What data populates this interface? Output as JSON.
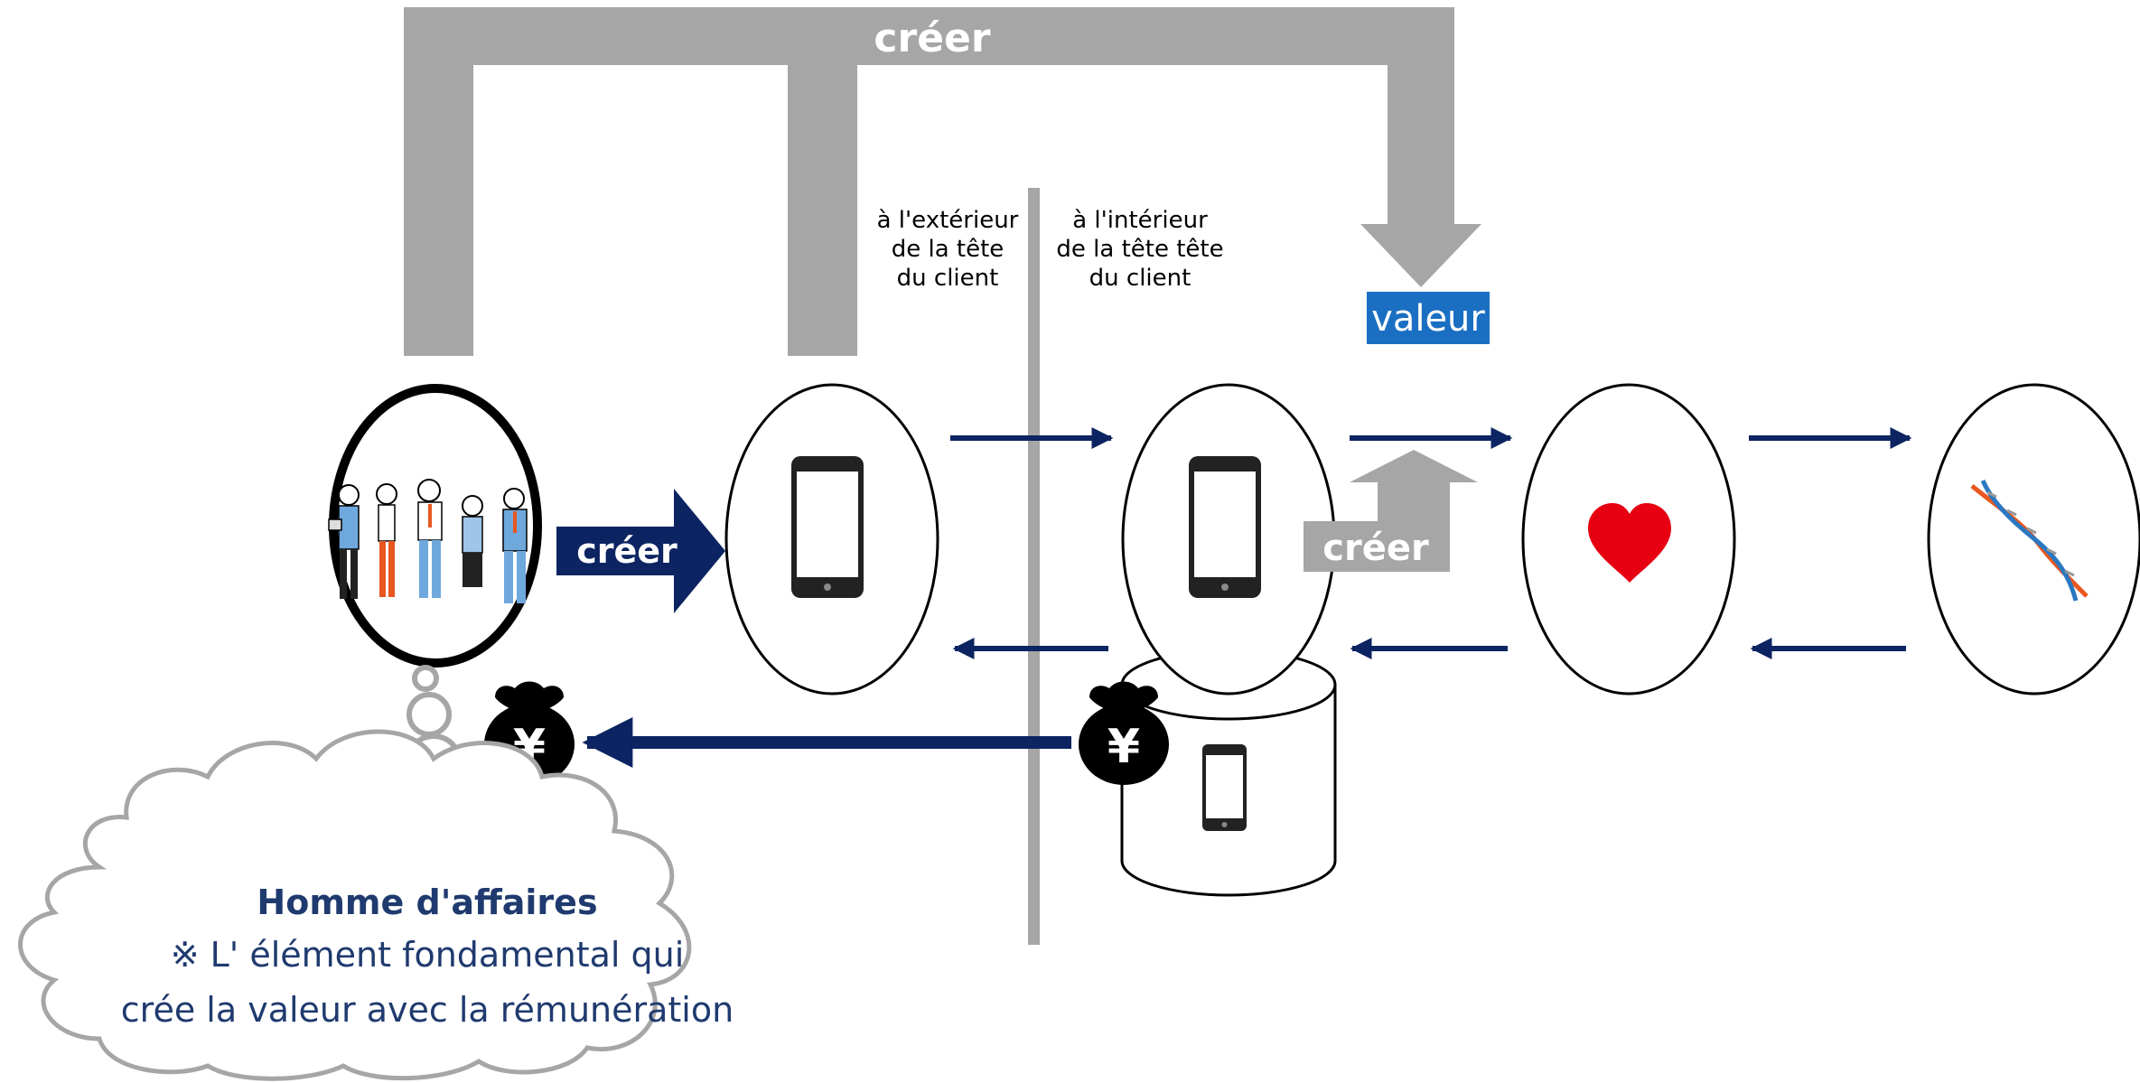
{
  "labels": {
    "top_create": "créer",
    "left_create": "créer",
    "mid_create": "créer",
    "value": "valeur",
    "outside_lines": [
      "à l'extérieur",
      "de la tête",
      "du client"
    ],
    "inside_lines": [
      "à l'intérieur",
      "de la tête tête",
      "du client"
    ],
    "cloud_title": "Homme d'affaires",
    "cloud_line1": "※ L' élément fondamental qui",
    "cloud_line2": "crée la valeur avec la rémunération",
    "yen": "¥"
  },
  "icons": {
    "people": "people-group-icon",
    "phone": "smartphone-icon",
    "heart": "heart-icon",
    "dna": "dna-icon",
    "money": "money-bag-icon"
  },
  "colors": {
    "navy": "#0c2461",
    "gray": "#a6a6a6",
    "value_bg": "#1b6fc2",
    "heart": "#e60012",
    "title_navy": "#1f3a6e"
  }
}
